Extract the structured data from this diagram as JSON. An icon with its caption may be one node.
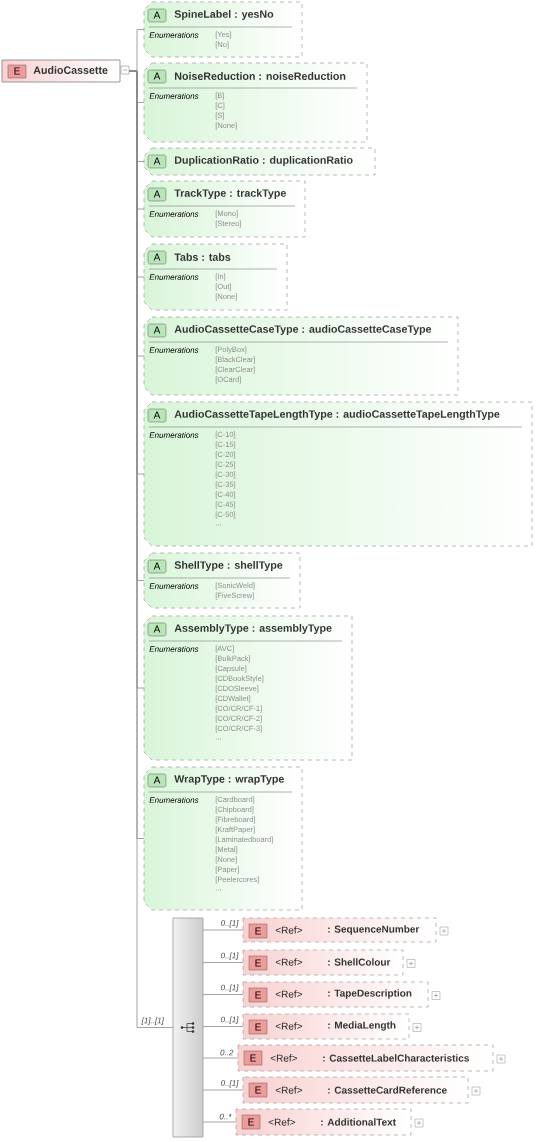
{
  "diagram": {
    "nodes": [
      {
        "text": [
          "E",
          "AudioCassette"
        ]
      },
      {
        "text": [
          "A",
          "SpineLabel : yesNo",
          "Enumerations",
          "[Yes]",
          "[No]"
        ]
      },
      {
        "text": [
          "A",
          "NoiseReduction : noiseReduction",
          "Enumerations",
          "[B]",
          "[C]",
          "[S]",
          "[None]"
        ]
      },
      {
        "text": [
          "A",
          "DuplicationRatio : duplicationRatio"
        ]
      },
      {
        "text": [
          "A",
          "TrackType : trackType",
          "Enumerations",
          "[Mono]",
          "[Stereo]"
        ]
      },
      {
        "text": [
          "A",
          "Tabs : tabs",
          "Enumerations",
          "[In]",
          "[Out]",
          "[None]"
        ]
      },
      {
        "text": [
          "A",
          "AudioCassetteCaseType : audioCassetteCaseType",
          "Enumerations",
          "[PolyBox]",
          "[BlackClear]",
          "[ClearClear]",
          "[OCard]"
        ]
      },
      {
        "text": [
          "A",
          "AudioCassetteTapeLengthType : audioCassetteTapeLengthType",
          "Enumerations",
          "[C-10]",
          "[C-15]",
          "[C-20]",
          "[C-25]",
          "[C-30]",
          "[C-35]",
          "[C-40]",
          "[C-45]",
          "[C-50]",
          "..."
        ]
      },
      {
        "text": [
          "A",
          "ShellType : shellType",
          "Enumerations",
          "[SonicWeld]",
          "[FiveScrew]"
        ]
      },
      {
        "text": [
          "A",
          "AssemblyType : assemblyType",
          "Enumerations",
          "[AVC]",
          "[BulkPack]",
          "[Capsule]",
          "[CDBookStyle]",
          "[CDOSleeve]",
          "[CDWallet]",
          "[CO/CR/CF-1]",
          "[CO/CR/CF-2]",
          "[CO/CR/CF-3]",
          "..."
        ]
      },
      {
        "text": [
          "A",
          "WrapType : wrapType",
          "Enumerations",
          "[Cardboard]",
          "[Chipboard]",
          "[Fibreboard]",
          "[KraftPaper]",
          "[Laminatedboard]",
          "[Metal]",
          "[None]",
          "[Paper]",
          "[Peelercores]",
          "..."
        ]
      },
      {
        "text": [],
        "shape": "bar"
      },
      {
        "text": [
          "E",
          "<Ref>",
          ": SequenceNumber"
        ]
      },
      {
        "text": [
          "E",
          "<Ref>",
          ": ShellColour"
        ]
      },
      {
        "text": [
          "E",
          "<Ref>",
          ": TapeDescription"
        ]
      },
      {
        "text": [
          "E",
          "<Ref>",
          ": MediaLength"
        ]
      },
      {
        "text": [
          "E",
          "<Ref>",
          ": CassetteLabelCharacteristics"
        ]
      },
      {
        "text": [
          "E",
          "<Ref>",
          ": CassetteCardReference"
        ]
      },
      {
        "text": [
          "E",
          "<Ref>",
          ": AdditionalText"
        ]
      }
    ],
    "edges": [
      {
        "from": 0,
        "to": 1,
        "arrow": "none"
      },
      {
        "from": 0,
        "to": 2,
        "arrow": "none"
      },
      {
        "from": 0,
        "to": 3,
        "arrow": "none"
      },
      {
        "from": 0,
        "to": 4,
        "arrow": "none"
      },
      {
        "from": 0,
        "to": 5,
        "arrow": "none"
      },
      {
        "from": 0,
        "to": 6,
        "arrow": "none"
      },
      {
        "from": 0,
        "to": 7,
        "arrow": "none"
      },
      {
        "from": 0,
        "to": 8,
        "arrow": "none"
      },
      {
        "from": 0,
        "to": 9,
        "arrow": "none"
      },
      {
        "from": 0,
        "to": 10,
        "arrow": "none"
      },
      {
        "from": 0,
        "to": 11,
        "arrow": "none",
        "label": "[1]..[1]"
      },
      {
        "from": 11,
        "to": 12,
        "arrow": "none",
        "label": "0..[1]"
      },
      {
        "from": 11,
        "to": 13,
        "arrow": "none",
        "label": "0..[1]"
      },
      {
        "from": 11,
        "to": 14,
        "arrow": "none",
        "label": "0..[1]"
      },
      {
        "from": 11,
        "to": 15,
        "arrow": "none",
        "label": "0..[1]"
      },
      {
        "from": 11,
        "to": 16,
        "arrow": "none",
        "label": "0..2"
      },
      {
        "from": 11,
        "to": 17,
        "arrow": "none",
        "label": "0..[1]"
      },
      {
        "from": 11,
        "to": 18,
        "arrow": "none",
        "label": "0..*"
      }
    ]
  }
}
